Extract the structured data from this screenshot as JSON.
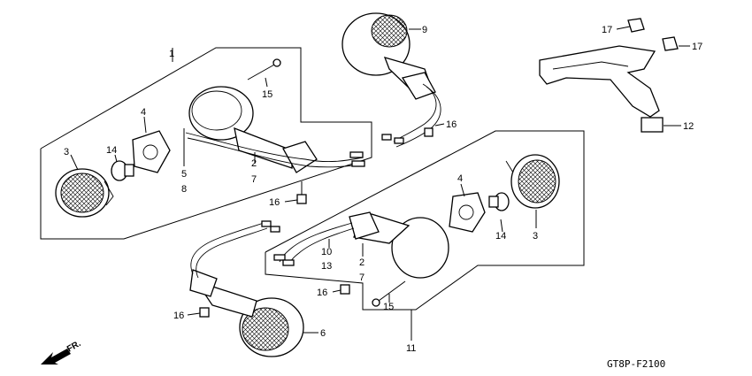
{
  "callouts": {
    "c1": "1",
    "c2a": "2",
    "c2b": "2",
    "c3a": "3",
    "c3b": "3",
    "c4a": "4",
    "c4b": "4",
    "c5": "5",
    "c6": "6",
    "c7a": "7",
    "c7b": "7",
    "c8": "8",
    "c9": "9",
    "c10": "10",
    "c11": "11",
    "c12": "12",
    "c13": "13",
    "c14a": "14",
    "c14b": "14",
    "c15a": "15",
    "c15b": "15",
    "c16a": "16",
    "c16b": "16",
    "c16c": "16",
    "c16d": "16",
    "c17a": "17",
    "c17b": "17"
  },
  "direction_label": "FR.",
  "diagram_code": "GT8P-F2100"
}
